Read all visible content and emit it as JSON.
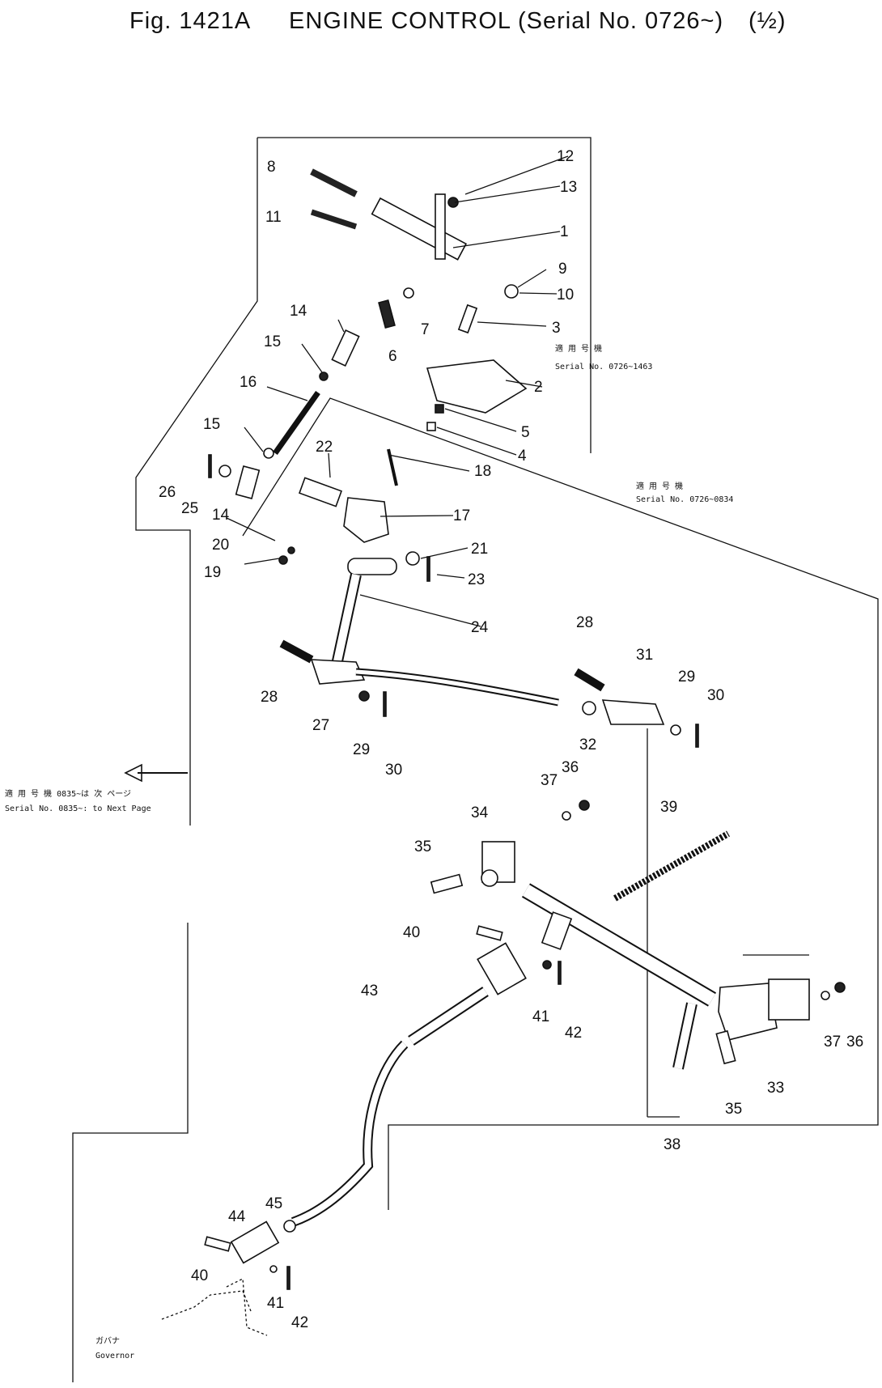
{
  "header": {
    "fig_label": "Fig. 1421A",
    "title": "ENGINE CONTROL",
    "serial_range": "(Serial No. 0726~)",
    "page_fraction": "(½)"
  },
  "notes": {
    "serial_a": "Serial No. 0726~1463",
    "serial_b": "Serial No. 0726~0834",
    "next_page": "Serial No. 0835~: to Next Page",
    "governor": "Governor"
  },
  "callouts": [
    "1",
    "2",
    "3",
    "4",
    "5",
    "6",
    "7",
    "8",
    "9",
    "10",
    "11",
    "12",
    "13",
    "14",
    "15",
    "16",
    "17",
    "18",
    "19",
    "20",
    "21",
    "22",
    "23",
    "24",
    "25",
    "26",
    "27",
    "28",
    "29",
    "30",
    "31",
    "32",
    "33",
    "34",
    "35",
    "36",
    "37",
    "38",
    "39",
    "40",
    "41",
    "42",
    "43",
    "44",
    "45"
  ]
}
